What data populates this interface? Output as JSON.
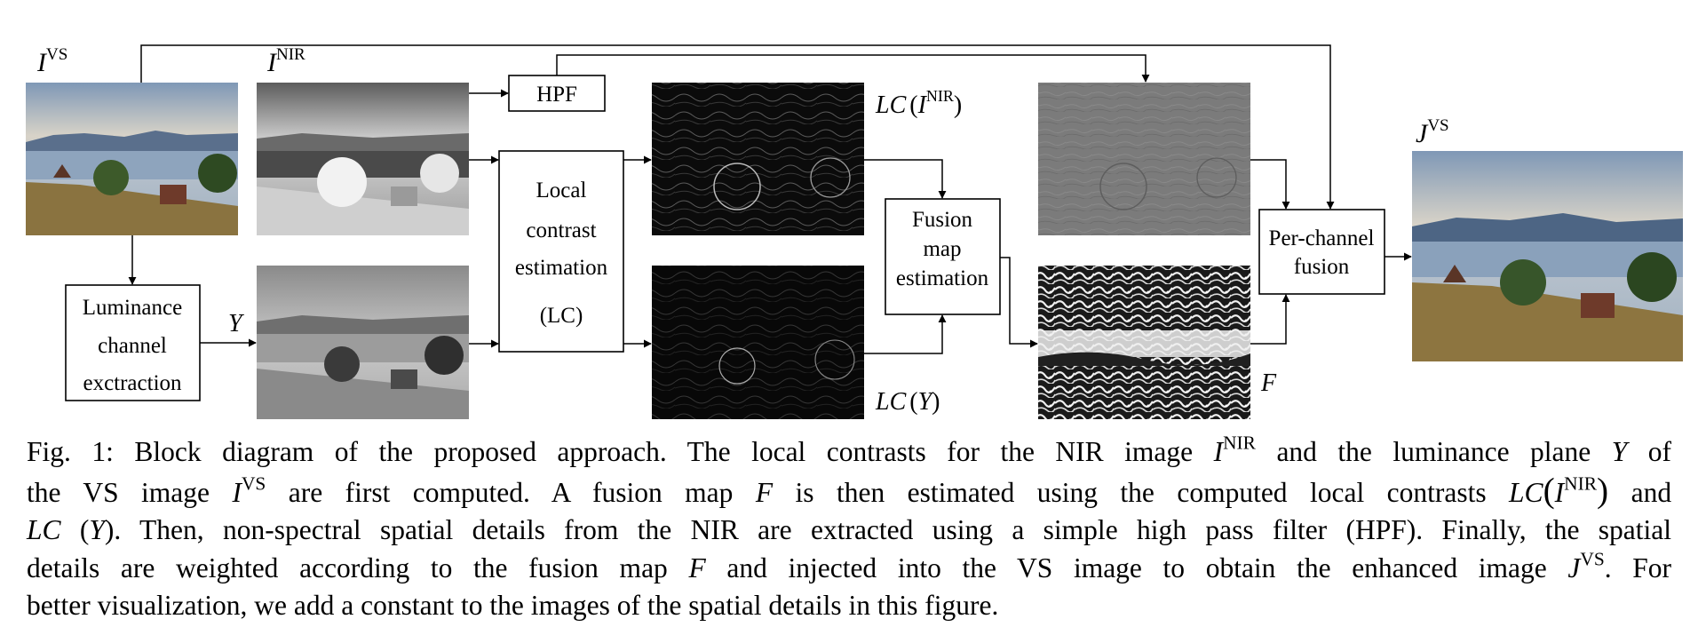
{
  "labels": {
    "i_vs": "I",
    "i_vs_sup": "VS",
    "i_nir": "I",
    "i_nir_sup": "NIR",
    "y": "Y",
    "lc_nir_prefix": "LC",
    "lc_nir_arg": "I",
    "lc_nir_sup": "NIR",
    "lc_y_prefix": "LC",
    "lc_y_arg": "Y",
    "f": "F",
    "j_vs": "J",
    "j_vs_sup": "VS"
  },
  "boxes": {
    "hpf": "HPF",
    "local_contrast": [
      "Local",
      "contrast",
      "estimation",
      "(LC)"
    ],
    "luminance": [
      "Luminance",
      "channel",
      "exctraction"
    ],
    "fusion_map": [
      "Fusion",
      "map",
      "estimation"
    ],
    "per_channel": [
      "Per-channel",
      "fusion"
    ]
  },
  "caption": {
    "figure_label": "Fig. 1:",
    "lines": [
      "Block diagram of the proposed approach. The local contrasts for the NIR image",
      "the VS image",
      "are first computed. A fusion map",
      "is then estimated using the computed local contrasts",
      ". Then, non-spectral spatial details from the NIR are extracted using a simple high pass filter (HPF). Finally, the spatial",
      "details are weighted according to the fusion map",
      "and injected into the VS image to obtain the enhanced image",
      ". For",
      "better visualization, we add a constant to the images of the spatial details in this figure."
    ],
    "and_the_luminance_plane": "and the luminance plane",
    "of": "of",
    "and": "and"
  }
}
